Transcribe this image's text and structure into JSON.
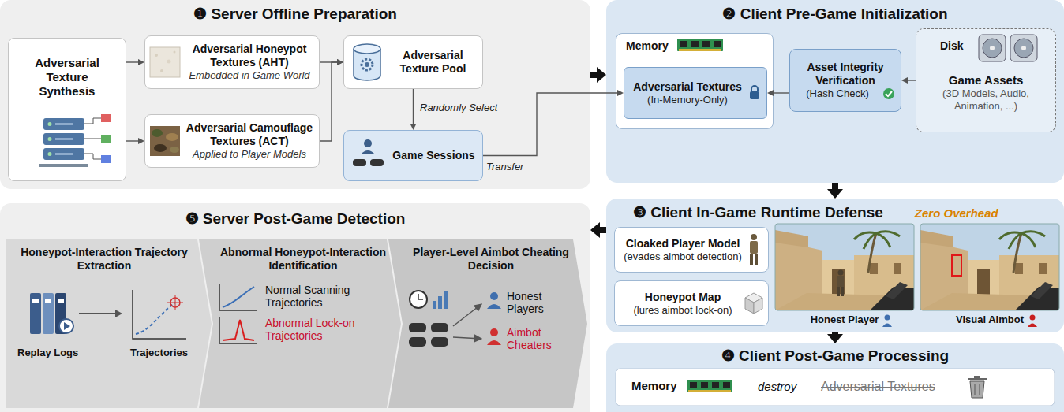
{
  "diagram": {
    "nodes": [
      {
        "text": [
          "❶ Server Offline Preparation"
        ]
      },
      {
        "text": [
          "Adversarial Texture Synthesis"
        ],
        "in": 0
      },
      {
        "text": [
          "Adversarial Honeypot Textures (AHT)",
          "Embedded in Game World"
        ],
        "in": 0
      },
      {
        "text": [
          "Adversarial Camouflage Textures (ACT)",
          "Applied to Player Models"
        ],
        "in": 0
      },
      {
        "text": [
          "Adversarial Texture Pool"
        ],
        "in": 0
      },
      {
        "text": [
          "Game Sessions"
        ],
        "in": 0
      },
      {
        "text": [
          "❷ Client Pre-Game Initialization"
        ]
      },
      {
        "text": [
          "Memory"
        ],
        "in": 6
      },
      {
        "text": [
          "Adversarial Textures",
          "(In-Memory-Only)"
        ],
        "in": 7
      },
      {
        "text": [
          "Asset Integrity Verification",
          "(Hash Check)"
        ],
        "in": 6
      },
      {
        "text": [
          "Disk",
          "Game Assets",
          "(3D Models, Audio, Animation, ...)"
        ],
        "in": 6
      },
      {
        "text": [
          "❸ Client In-Game Runtime Defense",
          "Zero Overhead"
        ]
      },
      {
        "text": [
          "Cloaked Player Model",
          "(evades aimbot detection)"
        ],
        "in": 11
      },
      {
        "text": [
          "Honeypot Map",
          "(lures aimbot lock-on)"
        ],
        "in": 11
      },
      {
        "text": [
          "❹ Client Post-Game Processing"
        ]
      },
      {
        "text": [
          "❺ Server Post-Game Detection"
        ]
      },
      {
        "text": [
          "Honeypot-Interaction Trajectory Extraction",
          "Replay Logs",
          "Trajectories"
        ],
        "in": 15
      },
      {
        "text": [
          "Abnormal Honeypot-Interaction Identification",
          "Normal Scanning Trajectories",
          "Abnormal Lock-on Trajectories"
        ],
        "in": 15
      },
      {
        "text": [
          "Player-Level Aimbot Cheating Decision",
          "Honest Players",
          "Aimbot Cheaters"
        ],
        "in": 15
      }
    ],
    "edges": [
      {
        "from": 1,
        "to": 2,
        "arrow": "to"
      },
      {
        "from": 1,
        "to": 3,
        "arrow": "to"
      },
      {
        "from": 2,
        "to": 4,
        "arrow": "to"
      },
      {
        "from": 3,
        "to": 4,
        "arrow": "to"
      },
      {
        "from": 4,
        "to": 5,
        "label": "Randomly Select",
        "arrow": "to"
      },
      {
        "from": 5,
        "to": 8,
        "label": "Transfer",
        "arrow": "to"
      },
      {
        "from": 0,
        "to": 6,
        "arrow": "to"
      },
      {
        "from": 10,
        "to": 9,
        "arrow": "to"
      },
      {
        "from": 9,
        "to": 8,
        "arrow": "to"
      },
      {
        "from": 6,
        "to": 11,
        "arrow": "to"
      },
      {
        "from": 11,
        "to": 14,
        "arrow": "to"
      },
      {
        "from": 11,
        "to": 15,
        "arrow": "to"
      }
    ],
    "labels": [
      "Honest Player",
      "Visual Aimbot",
      "Memory",
      "destroy",
      "Adversarial Textures"
    ]
  }
}
